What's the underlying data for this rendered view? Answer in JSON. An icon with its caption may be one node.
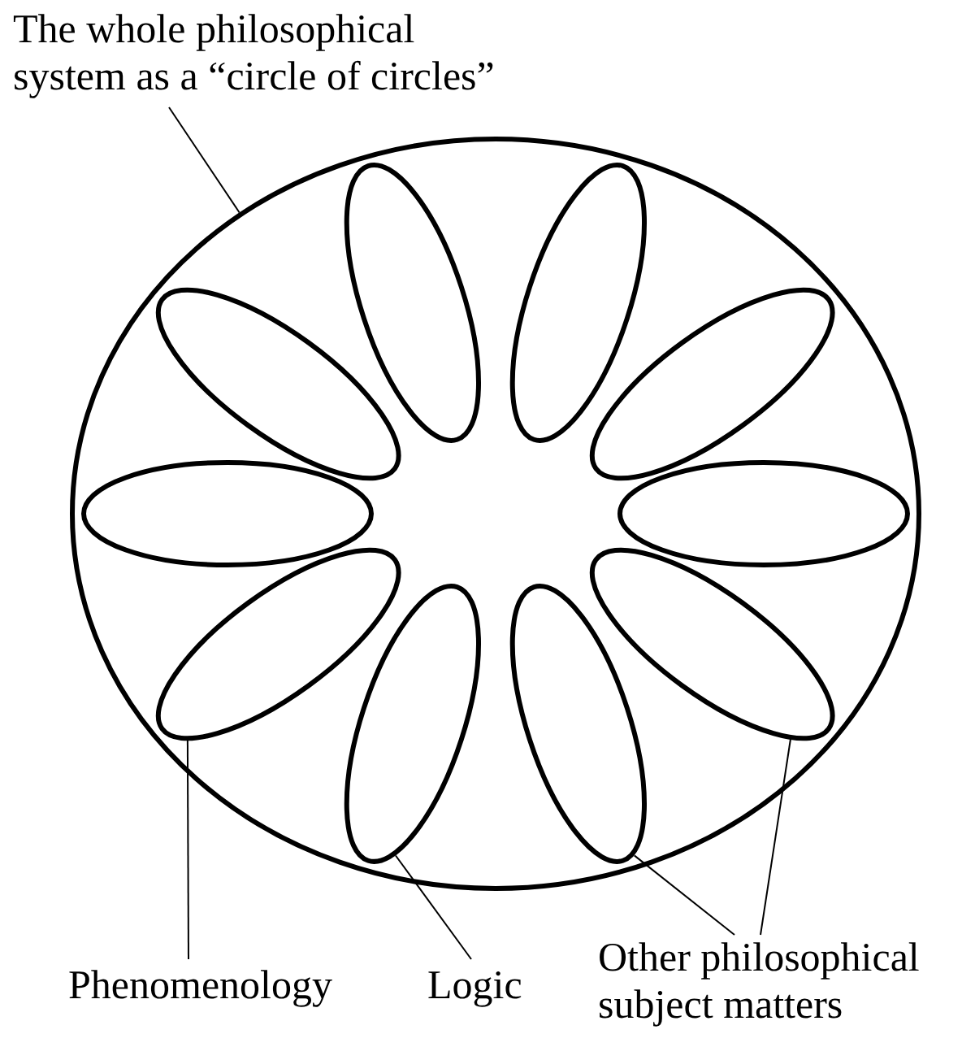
{
  "diagram": {
    "nodes": [
      {
        "text": [
          "The whole philosophical system as a “circle of circles”"
        ]
      },
      {
        "text": [],
        "shape": "circle"
      },
      {
        "text": [],
        "shape": "ellipse",
        "in": 1
      },
      {
        "text": [],
        "shape": "ellipse",
        "in": 1
      },
      {
        "text": [],
        "shape": "ellipse",
        "in": 1
      },
      {
        "text": [],
        "shape": "ellipse",
        "in": 1
      },
      {
        "text": [],
        "shape": "ellipse",
        "in": 1
      },
      {
        "text": [],
        "shape": "ellipse",
        "in": 1
      },
      {
        "text": [],
        "shape": "ellipse",
        "in": 1
      },
      {
        "text": [],
        "shape": "ellipse",
        "in": 1
      },
      {
        "text": [],
        "shape": "ellipse",
        "in": 1
      },
      {
        "text": [],
        "shape": "ellipse",
        "in": 1
      },
      {
        "text": [
          "Phenomenology"
        ]
      },
      {
        "text": [
          "Logic"
        ]
      },
      {
        "text": [
          "Other philosophical subject matters"
        ]
      }
    ],
    "edges": [
      {
        "from": 0,
        "to": 1,
        "arrow": "none"
      },
      {
        "from": 12,
        "to": 9,
        "arrow": "none"
      },
      {
        "from": 13,
        "to": 8,
        "arrow": "none"
      },
      {
        "from": 14,
        "to": 7,
        "arrow": "none"
      },
      {
        "from": 14,
        "to": 6,
        "arrow": "none"
      }
    ]
  }
}
